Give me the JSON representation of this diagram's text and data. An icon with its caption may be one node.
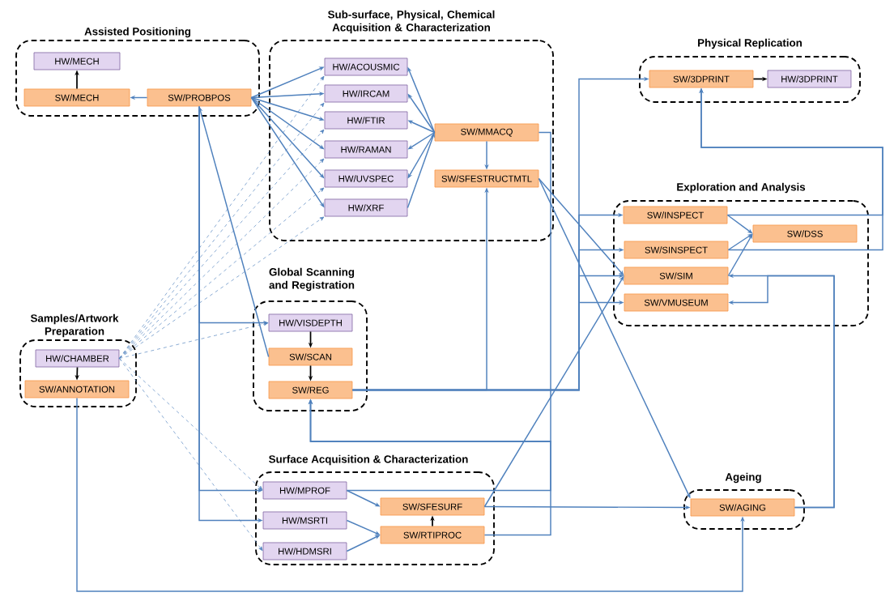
{
  "diagram": {
    "nodes": [
      {
        "text": [
          "Assisted Positioning"
        ]
      },
      {
        "text": [
          "HW/MECH"
        ],
        "in": 0
      },
      {
        "text": [
          "SW/MECH"
        ],
        "in": 0
      },
      {
        "text": [
          "SW/PROBPOS"
        ],
        "in": 0
      },
      {
        "text": [
          "Sub-surface, Physical, Chemical Acquisition & Characterization"
        ]
      },
      {
        "text": [
          "HW/ACOUSMIC"
        ],
        "in": 4
      },
      {
        "text": [
          "HW/IRCAM"
        ],
        "in": 4
      },
      {
        "text": [
          "HW/FTIR"
        ],
        "in": 4
      },
      {
        "text": [
          "HW/RAMAN"
        ],
        "in": 4
      },
      {
        "text": [
          "HW/UVSPEC"
        ],
        "in": 4
      },
      {
        "text": [
          "HW/XRF"
        ],
        "in": 4
      },
      {
        "text": [
          "SW/MMACQ"
        ],
        "in": 4
      },
      {
        "text": [
          "SW/SFESTRUCTMTL"
        ],
        "in": 4
      },
      {
        "text": [
          "Physical Replication"
        ]
      },
      {
        "text": [
          "SW/3DPRINT"
        ],
        "in": 13
      },
      {
        "text": [
          "HW/3DPRINT"
        ],
        "in": 13
      },
      {
        "text": [
          "Exploration and Analysis"
        ]
      },
      {
        "text": [
          "SW/INSPECT"
        ],
        "in": 16
      },
      {
        "text": [
          "SW/DSS"
        ],
        "in": 16
      },
      {
        "text": [
          "SW/SINSPECT"
        ],
        "in": 16
      },
      {
        "text": [
          "SW/SIM"
        ],
        "in": 16
      },
      {
        "text": [
          "SW/VMUSEUM"
        ],
        "in": 16
      },
      {
        "text": [
          "Samples/Artwork Preparation"
        ]
      },
      {
        "text": [
          "HW/CHAMBER"
        ],
        "in": 22
      },
      {
        "text": [
          "SW/ANNOTATION"
        ],
        "in": 22
      },
      {
        "text": [
          "Global Scanning and Registration"
        ]
      },
      {
        "text": [
          "HW/VISDEPTH"
        ],
        "in": 25
      },
      {
        "text": [
          "SW/SCAN"
        ],
        "in": 25
      },
      {
        "text": [
          "SW/REG"
        ],
        "in": 25
      },
      {
        "text": [
          "Surface Acquisition & Characterization"
        ]
      },
      {
        "text": [
          "HW/MPROF"
        ],
        "in": 29
      },
      {
        "text": [
          "HW/MSRTI"
        ],
        "in": 29
      },
      {
        "text": [
          "HW/HDMSRI"
        ],
        "in": 29
      },
      {
        "text": [
          "SW/SFESURF"
        ],
        "in": 29
      },
      {
        "text": [
          "SW/RTIPROC"
        ],
        "in": 29
      },
      {
        "text": [
          "Ageing"
        ]
      },
      {
        "text": [
          "SW/AGING"
        ],
        "in": 35
      }
    ],
    "edges": [
      {
        "from": 2,
        "to": 1,
        "arrow": "to",
        "color": "#000000"
      },
      {
        "from": 3,
        "to": 2,
        "arrow": "to"
      },
      {
        "from": 3,
        "to": 5,
        "arrow": "to"
      },
      {
        "from": 3,
        "to": 6,
        "arrow": "to"
      },
      {
        "from": 3,
        "to": 7,
        "arrow": "to"
      },
      {
        "from": 3,
        "to": 8,
        "arrow": "to"
      },
      {
        "from": 3,
        "to": 9,
        "arrow": "to"
      },
      {
        "from": 3,
        "to": 10,
        "arrow": "to"
      },
      {
        "from": 11,
        "to": 5,
        "arrow": "to"
      },
      {
        "from": 11,
        "to": 6,
        "arrow": "to"
      },
      {
        "from": 11,
        "to": 7,
        "arrow": "to"
      },
      {
        "from": 11,
        "to": 8,
        "arrow": "to"
      },
      {
        "from": 11,
        "to": 9,
        "arrow": "to"
      },
      {
        "from": 10,
        "to": 11,
        "arrow": "to"
      },
      {
        "from": 11,
        "to": 12,
        "arrow": "to"
      },
      {
        "from": 23,
        "to": 5,
        "arrow": "to",
        "style": "dashed"
      },
      {
        "from": 23,
        "to": 6,
        "arrow": "to",
        "style": "dashed"
      },
      {
        "from": 23,
        "to": 7,
        "arrow": "to",
        "style": "dashed"
      },
      {
        "from": 23,
        "to": 8,
        "arrow": "to",
        "style": "dashed"
      },
      {
        "from": 23,
        "to": 9,
        "arrow": "to",
        "style": "dashed"
      },
      {
        "from": 23,
        "to": 10,
        "arrow": "to",
        "style": "dashed"
      },
      {
        "from": 23,
        "to": 26,
        "arrow": "to",
        "style": "dashed"
      },
      {
        "from": 23,
        "to": 30,
        "arrow": "to",
        "style": "dashed"
      },
      {
        "from": 23,
        "to": 32,
        "arrow": "to",
        "style": "dashed"
      },
      {
        "from": 23,
        "to": 24,
        "arrow": "to",
        "color": "#000000"
      },
      {
        "from": 27,
        "to": 3,
        "arrow": "to"
      },
      {
        "from": 3,
        "to": 26,
        "arrow": "to"
      },
      {
        "from": 3,
        "to": 30,
        "arrow": "to"
      },
      {
        "from": 3,
        "to": 31,
        "arrow": "to"
      },
      {
        "from": 26,
        "to": 27,
        "arrow": "to",
        "color": "#000000"
      },
      {
        "from": 27,
        "to": 28,
        "arrow": "to",
        "color": "#000000"
      },
      {
        "from": 28,
        "to": 12,
        "arrow": "to"
      },
      {
        "from": 28,
        "to": 14,
        "arrow": "to"
      },
      {
        "from": 28,
        "to": 17,
        "arrow": "to"
      },
      {
        "from": 28,
        "to": 19,
        "arrow": "to"
      },
      {
        "from": 28,
        "to": 20,
        "arrow": "to"
      },
      {
        "from": 28,
        "to": 21,
        "arrow": "to"
      },
      {
        "from": 11,
        "to": 28,
        "arrow": "to"
      },
      {
        "from": 30,
        "to": 28,
        "arrow": "to"
      },
      {
        "from": 34,
        "to": 28,
        "arrow": "to"
      },
      {
        "from": 12,
        "to": 20,
        "arrow": "to"
      },
      {
        "from": 12,
        "to": 36,
        "arrow": "to"
      },
      {
        "from": 33,
        "to": 20,
        "arrow": "to"
      },
      {
        "from": 33,
        "to": 36,
        "arrow": "to"
      },
      {
        "from": 34,
        "to": 33,
        "arrow": "to",
        "color": "#000000"
      },
      {
        "from": 30,
        "to": 33,
        "arrow": "to"
      },
      {
        "from": 31,
        "to": 34,
        "arrow": "to"
      },
      {
        "from": 32,
        "to": 34,
        "arrow": "to"
      },
      {
        "from": 17,
        "to": 18,
        "arrow": "to"
      },
      {
        "from": 19,
        "to": 18,
        "arrow": "to"
      },
      {
        "from": 20,
        "to": 18,
        "arrow": "to"
      },
      {
        "from": 17,
        "to": 14,
        "arrow": "to"
      },
      {
        "from": 19,
        "to": 14,
        "arrow": "to"
      },
      {
        "from": 36,
        "to": 20,
        "arrow": "to"
      },
      {
        "from": 36,
        "to": 21,
        "arrow": "to"
      },
      {
        "from": 24,
        "to": 36,
        "arrow": "to"
      },
      {
        "from": 14,
        "to": 15,
        "arrow": "to",
        "color": "#000000"
      }
    ]
  }
}
